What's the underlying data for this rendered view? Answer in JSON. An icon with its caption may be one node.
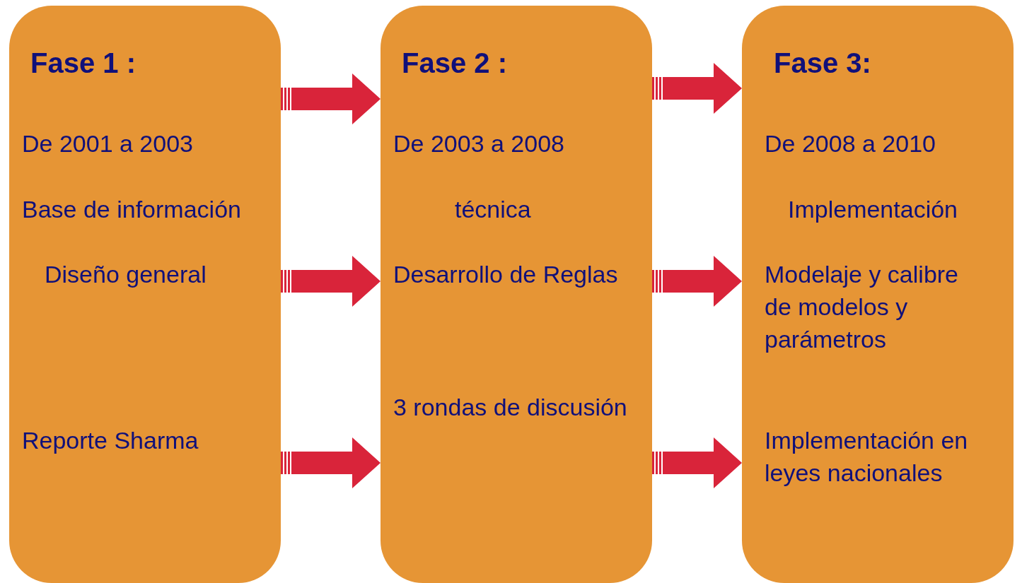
{
  "diagram": {
    "nodes": [
      {
        "text": [
          "Fase 1 :",
          "De 2001 a 2003",
          "Base de información",
          "Diseño general",
          "Reporte Sharma"
        ]
      },
      {
        "text": [
          "Fase 2 :",
          "De 2003 a 2008",
          "técnica",
          "Desarrollo de Reglas",
          "3 rondas de discusión"
        ]
      },
      {
        "text": [
          "Fase 3:",
          "De 2008 a 2010",
          "Implementación",
          "Modelaje y calibre de modelos y parámetros",
          "Implementación en leyes nacionales"
        ]
      }
    ],
    "edges": [
      {
        "from": 0,
        "to": 1,
        "arrow": "to"
      },
      {
        "from": 0,
        "to": 1,
        "arrow": "to"
      },
      {
        "from": 0,
        "to": 1,
        "arrow": "to"
      },
      {
        "from": 1,
        "to": 2,
        "arrow": "to"
      },
      {
        "from": 1,
        "to": 2,
        "arrow": "to"
      },
      {
        "from": 1,
        "to": 2,
        "arrow": "to"
      }
    ]
  }
}
